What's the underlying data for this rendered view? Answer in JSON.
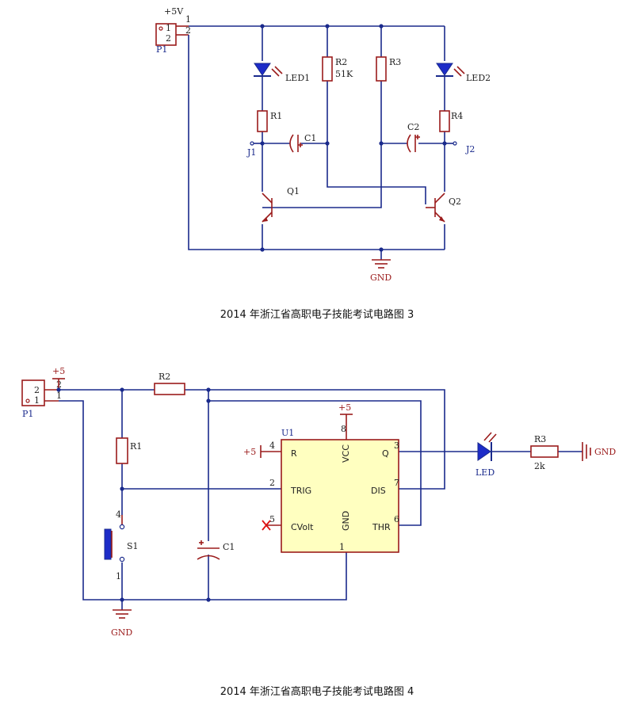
{
  "diagram1": {
    "caption": "2014 年浙江省高职电子技能考试电路图 3",
    "labels": {
      "vcc": "+5V",
      "p1": "P1",
      "p1_pin1": "1",
      "p1_pin2": "2",
      "p1_pin1_out": "1",
      "p1_pin2_out": "2",
      "led1": "LED1",
      "led2": "LED2",
      "r1": "R1",
      "r2": "R2",
      "r2_val": "51K",
      "r3": "R3",
      "r4": "R4",
      "c1": "C1",
      "c2": "C2",
      "j1": "J1",
      "j2": "J2",
      "q1": "Q1",
      "q2": "Q2",
      "gnd": "GND"
    }
  },
  "diagram2": {
    "caption": "2014 年浙江省高职电子技能考试电路图 4",
    "labels": {
      "vcc": "+5",
      "p1": "P1",
      "p1_pin2": "2",
      "p1_pin1": "1",
      "p1_pin2_out": "2",
      "p1_pin1_out": "1",
      "r1": "R1",
      "r2": "R2",
      "r3": "R3",
      "r3_val": "2k",
      "s1": "S1",
      "s1_pin4": "4",
      "s1_pin1": "1",
      "c1": "C1",
      "u1": "U1",
      "led": "LED",
      "gnd_left": "GND",
      "gnd_right": "GND",
      "u1_vcc_supply": "+5",
      "u1_r_supply": "+5",
      "pin_r": "R",
      "pin_vcc": "VCC",
      "pin_q": "Q",
      "pin_trig": "TRIG",
      "pin_dis": "DIS",
      "pin_cvolt": "CVolt",
      "pin_gnd": "GND",
      "pin_thr": "THR",
      "num4": "4",
      "num8": "8",
      "num3": "3",
      "num2": "2",
      "num7": "7",
      "num5": "5",
      "num6": "6",
      "num1": "1"
    }
  }
}
